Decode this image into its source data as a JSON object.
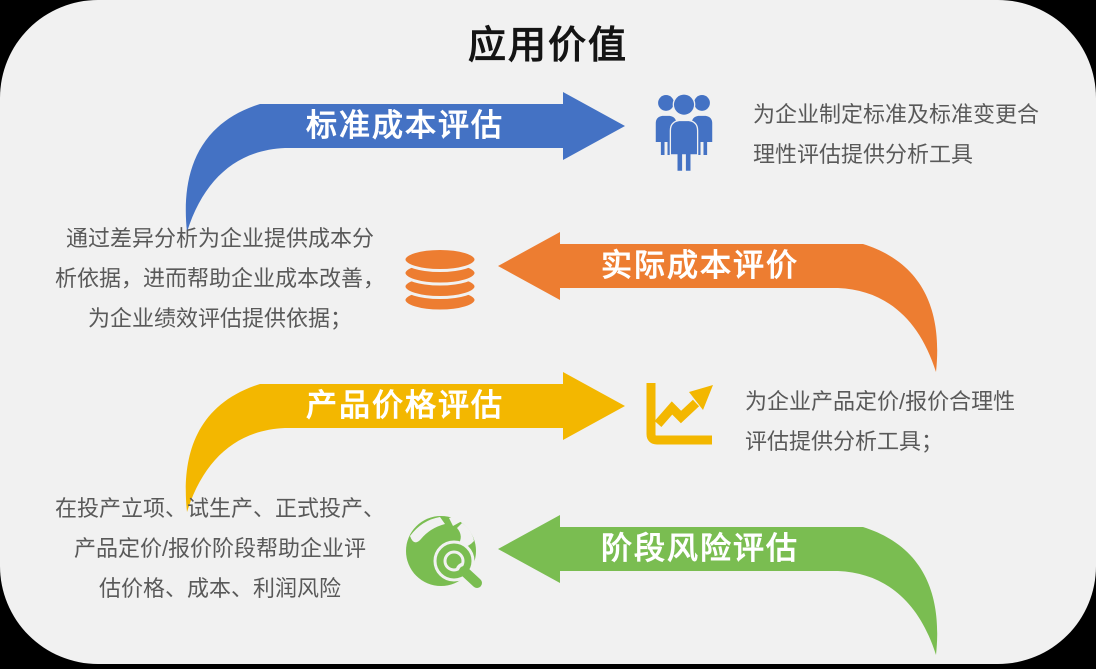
{
  "title": "应用价值",
  "colors": {
    "background": "#000000",
    "card": "#F1F1F1",
    "body_text": "#595959",
    "label_text": "#FFFFFF",
    "blue": "#4472C4",
    "orange": "#ED7D31",
    "gold": "#F3B700",
    "green": "#7ABD51"
  },
  "rows": [
    {
      "name": "standard-cost-assessment",
      "label": "标准成本评估",
      "color": "#4472C4",
      "direction": "right",
      "icon": "people-icon",
      "desc": [
        "为企业制定标准及标准变更合",
        "理性评估提供分析工具"
      ]
    },
    {
      "name": "actual-cost-evaluation",
      "label": "实际成本评价",
      "color": "#ED7D31",
      "direction": "left",
      "icon": "database-icon",
      "desc": [
        "通过差异分析为企业提供成本分",
        "析依据，进而帮助企业成本改善，",
        "为企业绩效评估提供依据；"
      ]
    },
    {
      "name": "product-price-assessment",
      "label": "产品价格评估",
      "color": "#F3B700",
      "direction": "right",
      "icon": "chart-icon",
      "desc": [
        "为企业产品定价/报价合理性",
        "评估提供分析工具；"
      ]
    },
    {
      "name": "stage-risk-assessment",
      "label": "阶段风险评估",
      "color": "#7ABD51",
      "direction": "left",
      "icon": "globe-magnifier-icon",
      "desc": [
        "在投产立项、试生产、正式投产、",
        "产品定价/报价阶段帮助企业评",
        "估价格、成本、利润风险"
      ]
    }
  ]
}
